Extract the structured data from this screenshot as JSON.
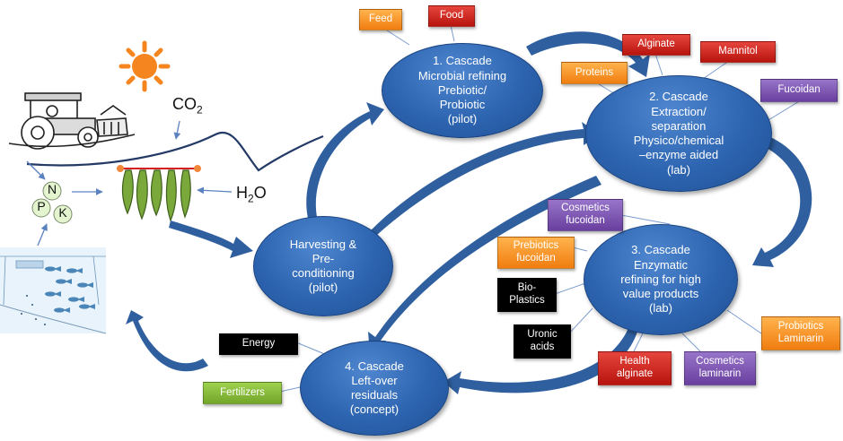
{
  "cascade_nodes": [
    {
      "id": "cascade-1",
      "text": "1. Cascade\nMicrobial refining\nPrebiotic/\nProbiotic\n(pilot)"
    },
    {
      "id": "cascade-2",
      "text": "2. Cascade\nExtraction/\nseparation\nPhysico/chemical\n–enzyme aided\n(lab)"
    },
    {
      "id": "cascade-3",
      "text": "3. Cascade\nEnzymatic\nrefining for high\nvalue products\n(lab)"
    },
    {
      "id": "cascade-4",
      "text": "4. Cascade\nLeft-over\nresiduals\n(concept)"
    },
    {
      "id": "harvesting",
      "text": "Harvesting &\nPre-\nconditioning\n(pilot)"
    }
  ],
  "product_tags": [
    {
      "id": "feed",
      "text": "Feed",
      "color": "orange"
    },
    {
      "id": "food",
      "text": "Food",
      "color": "red"
    },
    {
      "id": "alginate",
      "text": "Alginate",
      "color": "red"
    },
    {
      "id": "mannitol",
      "text": "Mannitol",
      "color": "red"
    },
    {
      "id": "proteins",
      "text": "Proteins",
      "color": "orange"
    },
    {
      "id": "fucoidan",
      "text": "Fucoidan",
      "color": "purple"
    },
    {
      "id": "cosmetics-fucoidan",
      "text": "Cosmetics\nfucoidan",
      "color": "purple"
    },
    {
      "id": "prebiotics-fucoidan",
      "text": "Prebiotics\nfucoidan",
      "color": "orange"
    },
    {
      "id": "bio-plastics",
      "text": "Bio-\nPlastics",
      "color": "black"
    },
    {
      "id": "uronic-acids",
      "text": "Uronic\nacids",
      "color": "black"
    },
    {
      "id": "probiotics-laminarin",
      "text": "Probiotics\nLaminarin",
      "color": "orange"
    },
    {
      "id": "health-alginate",
      "text": "Health\nalginate",
      "color": "red"
    },
    {
      "id": "cosmetics-laminarin",
      "text": "Cosmetics\nlaminarin",
      "color": "purple"
    },
    {
      "id": "energy",
      "text": "Energy",
      "color": "black"
    },
    {
      "id": "fertilizers",
      "text": "Fertilizers",
      "color": "green"
    }
  ],
  "inputs": {
    "co2_base": "CO",
    "co2_sub": "2",
    "h2o_h": "H",
    "h2o_sub": "2",
    "h2o_o": "O",
    "nutrients": [
      "N",
      "P",
      "K"
    ]
  },
  "colors": {
    "node_blue": "#2d64b0",
    "arrow_blue": "#2f5f9f",
    "orange": "#f28a1e",
    "red": "#c81e17",
    "purple": "#7b52ae",
    "black": "#000000",
    "green": "#8cc63f"
  }
}
